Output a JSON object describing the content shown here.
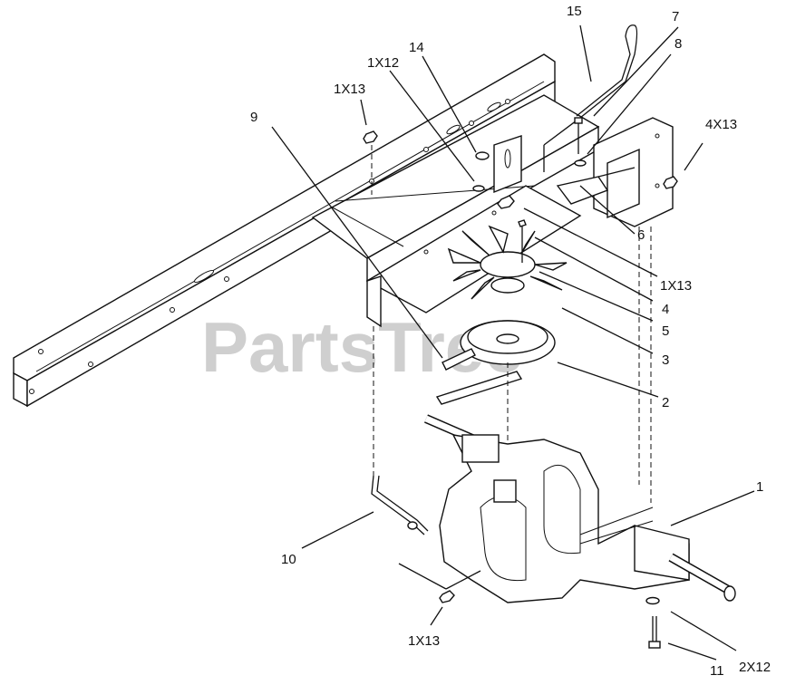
{
  "watermark": "PartsTree",
  "callouts": [
    {
      "id": "c15",
      "text": "15"
    },
    {
      "id": "c7",
      "text": "7"
    },
    {
      "id": "c8",
      "text": "8"
    },
    {
      "id": "c14",
      "text": "14"
    },
    {
      "id": "c1x12",
      "text": "1X12"
    },
    {
      "id": "c1x13a",
      "text": "1X13"
    },
    {
      "id": "c9",
      "text": "9"
    },
    {
      "id": "c4x13",
      "text": "4X13"
    },
    {
      "id": "c6",
      "text": "6"
    },
    {
      "id": "c1x13b",
      "text": "1X13"
    },
    {
      "id": "c4",
      "text": "4"
    },
    {
      "id": "c5",
      "text": "5"
    },
    {
      "id": "c3",
      "text": "3"
    },
    {
      "id": "c2",
      "text": "2"
    },
    {
      "id": "c1",
      "text": "1"
    },
    {
      "id": "c10",
      "text": "10"
    },
    {
      "id": "c1x13c",
      "text": "1X13"
    },
    {
      "id": "c11",
      "text": "11"
    },
    {
      "id": "c2x12",
      "text": "2X12"
    }
  ]
}
